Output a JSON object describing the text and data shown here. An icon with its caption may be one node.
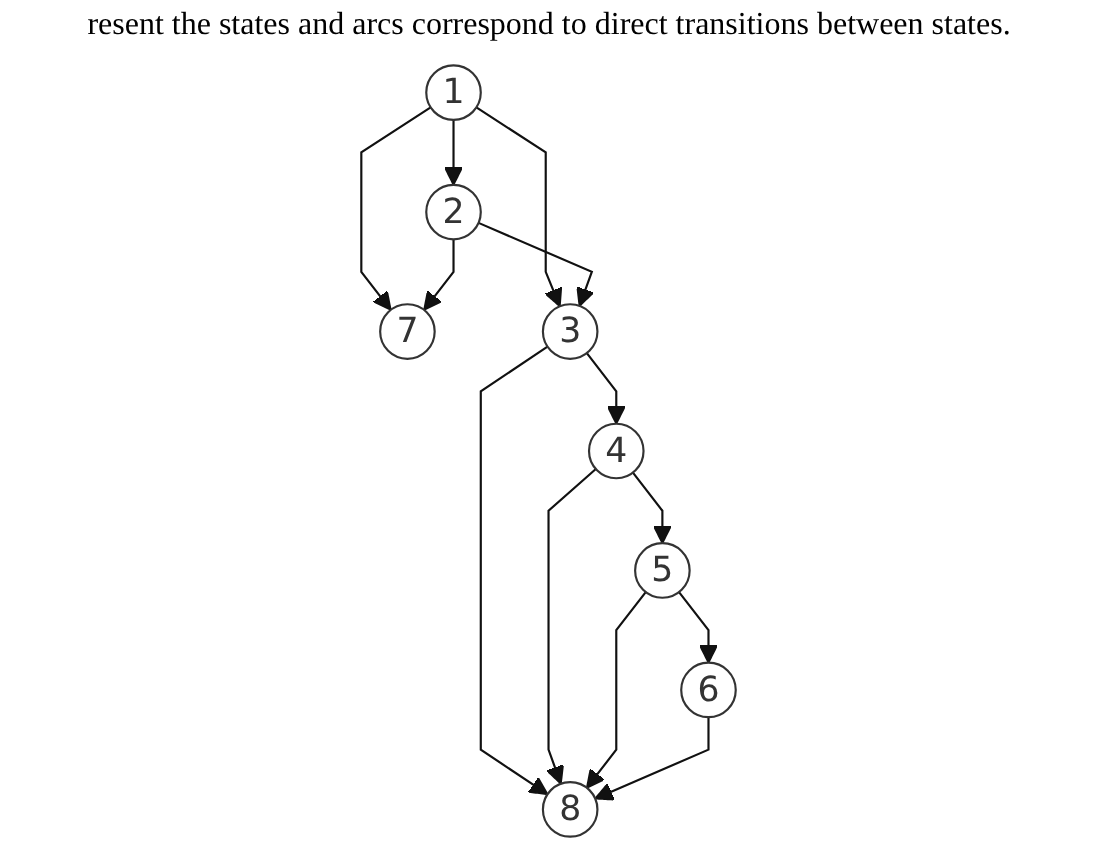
{
  "diagram": {
    "caption": "resent the states and arcs correspond to direct transitions between states.",
    "nodes": [
      {
        "text": [
          "1"
        ]
      },
      {
        "text": [
          "2"
        ]
      },
      {
        "text": [
          "7"
        ]
      },
      {
        "text": [
          "3"
        ]
      },
      {
        "text": [
          "4"
        ]
      },
      {
        "text": [
          "8"
        ]
      },
      {
        "text": [
          "5"
        ]
      },
      {
        "text": [
          "6"
        ]
      }
    ],
    "edges": [
      {
        "from": 0,
        "to": 1,
        "arrow": "to"
      },
      {
        "from": 0,
        "to": 2,
        "arrow": "to"
      },
      {
        "from": 0,
        "to": 3,
        "arrow": "to"
      },
      {
        "from": 1,
        "to": 2,
        "arrow": "to"
      },
      {
        "from": 1,
        "to": 3,
        "arrow": "to"
      },
      {
        "from": 3,
        "to": 5,
        "arrow": "to"
      },
      {
        "from": 3,
        "to": 4,
        "arrow": "to"
      },
      {
        "from": 4,
        "to": 5,
        "arrow": "to"
      },
      {
        "from": 4,
        "to": 6,
        "arrow": "to"
      },
      {
        "from": 6,
        "to": 5,
        "arrow": "to"
      },
      {
        "from": 6,
        "to": 7,
        "arrow": "to"
      },
      {
        "from": 7,
        "to": 5,
        "arrow": "to"
      }
    ]
  }
}
